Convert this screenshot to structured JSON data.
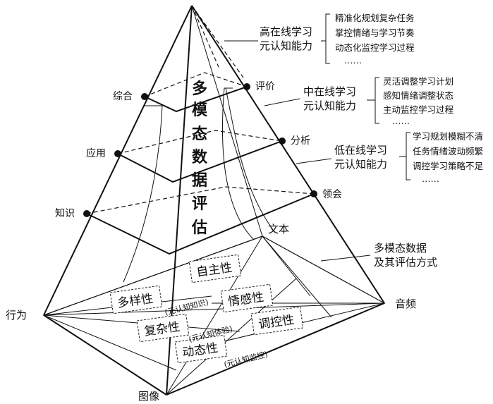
{
  "pyramid": {
    "center_text": [
      "多",
      "模",
      "态",
      "数",
      "据",
      "评",
      "估"
    ],
    "vertices": {
      "left": "行为",
      "right": "音频",
      "bottom": "图像",
      "back": "文本"
    },
    "left_nodes": [
      "综合",
      "应用",
      "知识"
    ],
    "right_nodes": [
      "评价",
      "分析",
      "领会"
    ]
  },
  "levels": [
    {
      "title_lines": [
        "高在线学习",
        "元认知能力"
      ],
      "items": [
        "精准化规划复杂任务",
        "掌控情绪与学习节奏",
        "动态化监控学习过程",
        "……"
      ]
    },
    {
      "title_lines": [
        "中在线学习",
        "元认知能力"
      ],
      "items": [
        "灵活调整学习计划",
        "感知情绪调整状态",
        "主动监控学习过程",
        "……"
      ]
    },
    {
      "title_lines": [
        "低在线学习",
        "元认知能力"
      ],
      "items": [
        "学习规划模糊不清",
        "任务情绪波动频繁",
        "调控学习策略不足",
        "……"
      ]
    }
  ],
  "base_label": [
    "多模态数据",
    "及其评估方式"
  ],
  "base_boxes": [
    "多样性",
    "自主性",
    "情感性",
    "复杂性",
    "调控性",
    "动态性"
  ],
  "base_subs": [
    "(元认知知识)",
    "(元认知体验)",
    "(元认知监控)"
  ]
}
